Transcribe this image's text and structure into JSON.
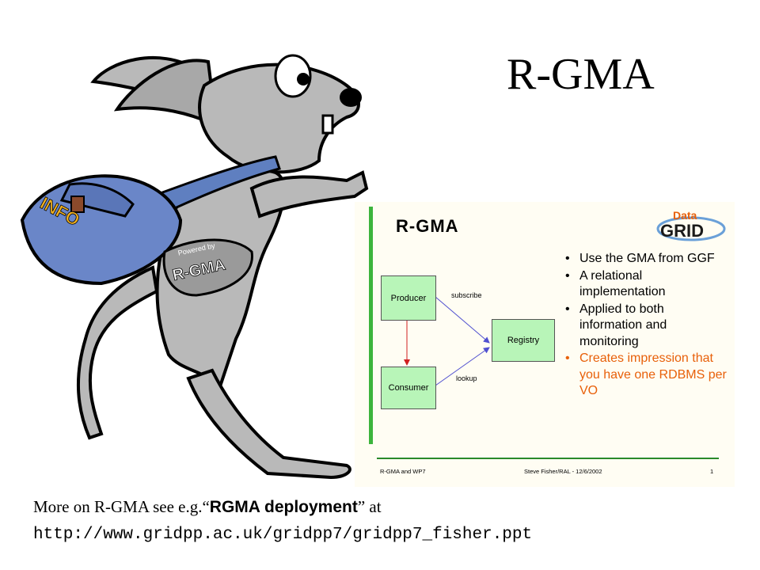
{
  "title": "R-GMA",
  "mascot": {
    "bag_text": "INFO",
    "badge_top": "Powered by",
    "badge_main": "R-GMA"
  },
  "slide": {
    "title": "R-GMA",
    "logo_top": "Data",
    "logo_bottom": "GRID",
    "diagram": {
      "producer": "Producer",
      "consumer": "Consumer",
      "registry": "Registry",
      "subscribe": "subscribe",
      "lookup": "lookup"
    },
    "bullets": [
      {
        "text": "Use the GMA from GGF",
        "highlight": false
      },
      {
        "text": "A relational implementation",
        "highlight": false
      },
      {
        "text": "Applied to both information and monitoring",
        "highlight": false
      },
      {
        "text": "Creates impression that you have one RDBMS per VO",
        "highlight": true
      }
    ],
    "bullet_glyph": "•",
    "footer_left": "R-GMA and WP7",
    "footer_center": "Steve Fisher/RAL - 12/6/2002",
    "footer_right": "1",
    "highlight_color": "#e8600a",
    "accent_green": "#3cb43c"
  },
  "caption": {
    "prefix": "More on R-GMA see e.g.“",
    "bold": "RGMA deployment",
    "suffix": "” at"
  },
  "url": "http://www.gridpp.ac.uk/gridpp7/gridpp7_fisher.ppt"
}
